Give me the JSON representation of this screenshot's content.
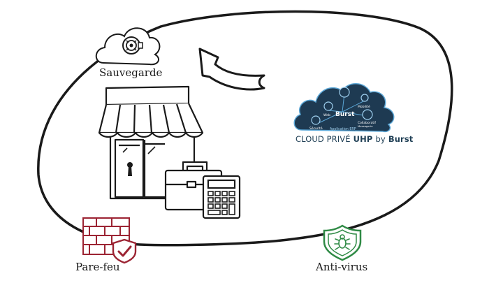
{
  "labels": {
    "backup": "Sauvegarde",
    "firewall": "Pare-feu",
    "antivirus": "Anti-virus"
  },
  "cloud": {
    "brand": "Burst",
    "app": "Application ERP",
    "nodes": {
      "web": "Web",
      "mobility": "Mobilité",
      "security": "Sécurité",
      "collab": "Collaboratif",
      "messaging": "Messagerie"
    },
    "caption_prefix": "CLOUD PRIVÉ",
    "caption_uhp": "UHP",
    "caption_by": "by",
    "caption_brand": "Burst"
  },
  "colors": {
    "ink": "#1a1a1a",
    "cloud_dark": "#1e3a52",
    "cloud_light": "#5aa6d6",
    "firewall_red": "#9c2433",
    "antivirus_green": "#2f8a45"
  },
  "icons": [
    "cloud-safe-icon",
    "shop-icon",
    "briefcase-icon",
    "calculator-icon",
    "arrow-icon",
    "firewall-icon",
    "antivirus-shield-icon"
  ]
}
